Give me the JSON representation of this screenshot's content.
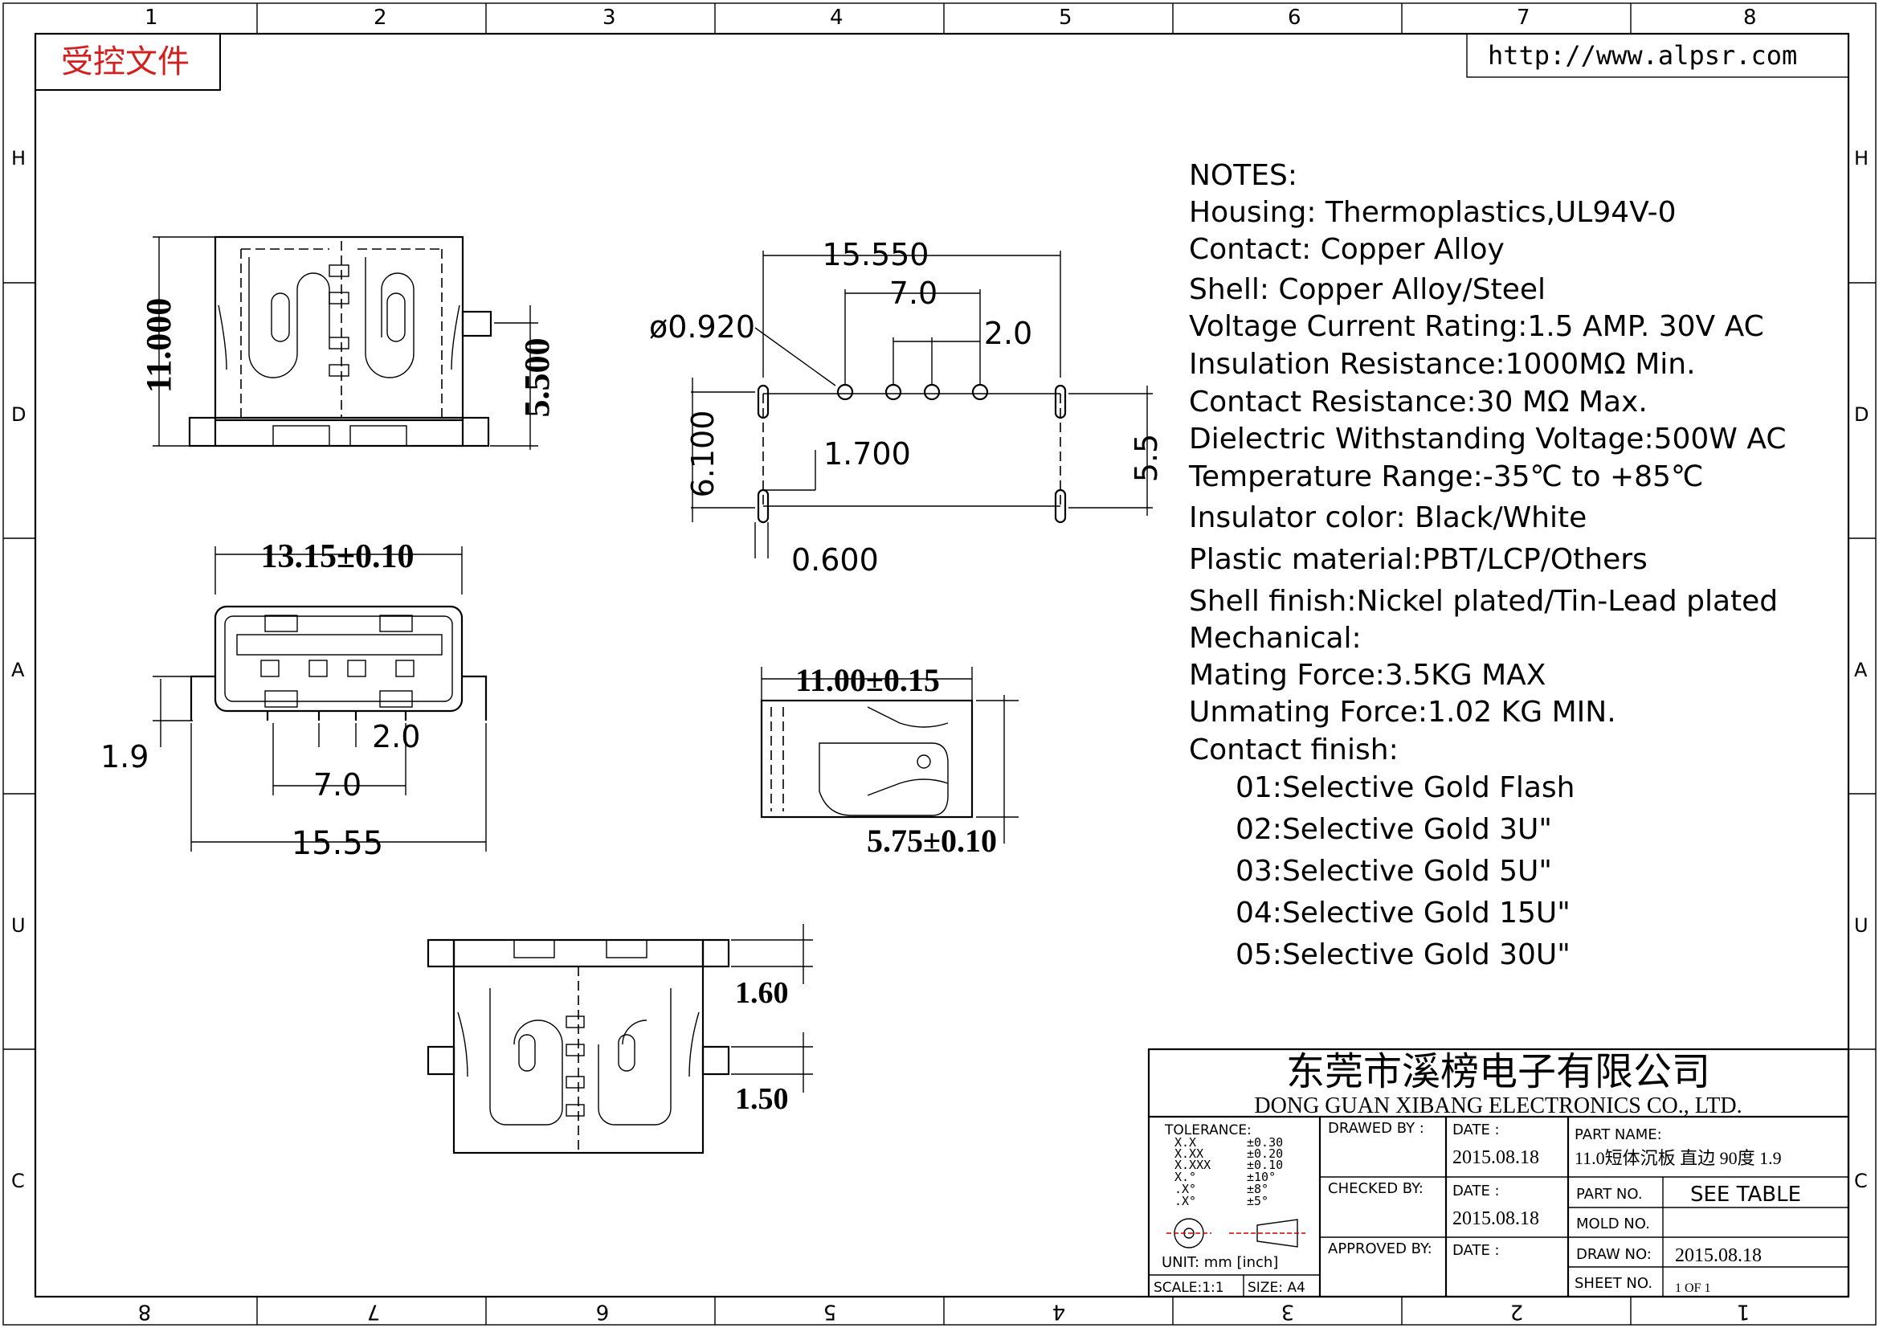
{
  "stamp": "受控文件",
  "website": "http://www.alpsr.com",
  "border": {
    "top_numbers": [
      "1",
      "2",
      "3",
      "4",
      "5",
      "6",
      "7",
      "8"
    ],
    "bottom_numbers": [
      "8",
      "7",
      "6",
      "5",
      "4",
      "3",
      "2",
      "1"
    ],
    "side_letters": [
      "H",
      "D",
      "A",
      "U",
      "C"
    ]
  },
  "notes": {
    "title": "NOTES:",
    "lines": [
      "Housing:  Thermoplastics,UL94V-0",
      "Contact:  Copper  Alloy",
      "Shell:  Copper  Alloy/Steel",
      "Voltage  Current  Rating:1.5  AMP.  30V  AC",
      "Insulation  Resistance:1000MΩ  Min.",
      "Contact  Resistance:30  MΩ  Max.",
      "Dielectric  Withstanding  Voltage:500W  AC",
      "Temperature  Range:-35℃  to  +85℃",
      "Insulator  color:  Black/White",
      "Plastic  material:PBT/LCP/Others",
      "Shell  finish:Nickel  plated/Tin-Lead  plated",
      "Mechanical:",
      "Mating  Force:3.5KG  MAX",
      "Unmating  Force:1.02  KG  MIN.",
      "Contact  finish:"
    ],
    "finish_options": [
      "01:Selective  Gold  Flash",
      "02:Selective  Gold  3U\"",
      "03:Selective  Gold  5U\"",
      "04:Selective  Gold  15U\"",
      "05:Selective  Gold  30U\""
    ]
  },
  "dimensions": {
    "top_view_height": "11.000",
    "top_view_pin_offset": "5.500",
    "footprint_width": "15.550",
    "footprint_pitch_outer": "7.0",
    "footprint_pitch_inner": "2.0",
    "footprint_hole_dia": "ø0.920",
    "footprint_depth": "6.100",
    "footprint_pin_row": "5.5",
    "footprint_offset": "1.700",
    "footprint_slot": "0.600",
    "front_width": "13.15±0.10",
    "front_standoff": "1.9",
    "front_pitch_inner": "2.0",
    "front_pitch_outer": "7.0",
    "front_overall": "15.55",
    "side_length": "11.00±0.15",
    "side_height": "5.75±0.10",
    "bottom_tab1": "1.60",
    "bottom_tab2": "1.50"
  },
  "title_block": {
    "company_cn": "东莞市溪榜电子有限公司",
    "company_en": "DONG  GUAN  XIBANG  ELECTRONICS  CO.,  LTD.",
    "tolerance_label": "TOLERANCE:",
    "tolerance_rows": [
      {
        "k": "X.X",
        "v": "±0.30"
      },
      {
        "k": "X.XX",
        "v": "±0.20"
      },
      {
        "k": "X.XXX",
        "v": "±0.10"
      },
      {
        "k": "X.°",
        "v": "±10°"
      },
      {
        "k": ".X°",
        "v": "±8°"
      },
      {
        "k": ".X°",
        "v": "±5°"
      }
    ],
    "unit": "UNIT:  mm  [inch]",
    "scale": "SCALE:1:1",
    "size": "SIZE:  A4",
    "drawed_by_label": "DRAWED  BY :",
    "checked_by_label": "CHECKED  BY:",
    "approved_by_label": "APPROVED  BY:",
    "date_label": "DATE :",
    "drawed_date": "2015.08.18",
    "checked_date": "2015.08.18",
    "part_name_label": "PART  NAME:",
    "part_name": "11.0短体沉板 直边 90度 1.9",
    "part_no_label": "PART  NO.",
    "part_no": "SEE  TABLE",
    "mold_no_label": "MOLD  NO.",
    "mold_no": "",
    "draw_no_label": "DRAW  NO:",
    "draw_no": "2015.08.18",
    "sheet_no_label": "SHEET  NO.",
    "sheet_no": "1  OF  1"
  }
}
